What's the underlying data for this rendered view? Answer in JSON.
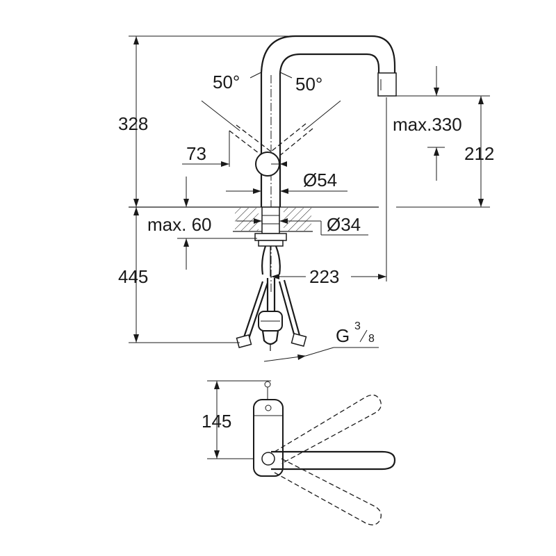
{
  "dimensions": {
    "height_top": "328",
    "angle_left": "50°",
    "angle_right": "50°",
    "offset": "73",
    "diameter_body": "Ø54",
    "max_thickness": "max. 60",
    "diameter_hole": "Ø34",
    "height_bottom": "445",
    "reach": "223",
    "max_spout": "max.330",
    "height_spout": "212",
    "thread_label": "G",
    "thread_num": "3",
    "thread_den": "8",
    "top_view_depth": "145"
  },
  "colors": {
    "line": "#1a1a1a",
    "background": "#ffffff"
  }
}
